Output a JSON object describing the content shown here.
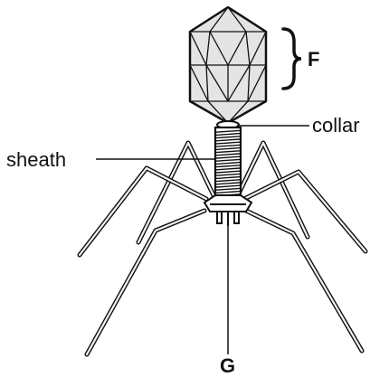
{
  "labels": {
    "head_marker": "F",
    "collar": "collar",
    "sheath": "sheath",
    "base_marker": "G"
  },
  "colors": {
    "line": "#111111",
    "head_fill": "#e4e4e4",
    "fiber_fill": "#f2f2f2"
  }
}
